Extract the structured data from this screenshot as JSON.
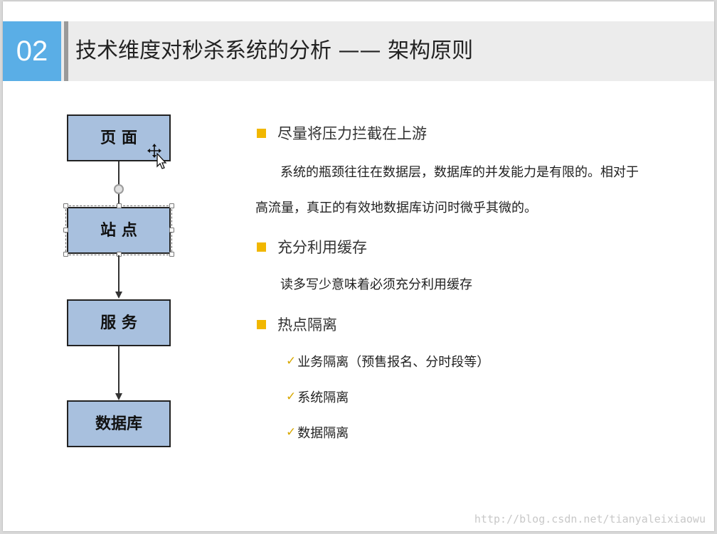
{
  "header": {
    "number": "02",
    "title": "技术维度对秒杀系统的分析 —— 架构原则"
  },
  "flowchart": {
    "boxes": [
      "页 面",
      "站 点",
      "服 务",
      "数据库"
    ]
  },
  "bullets": [
    {
      "title": "尽量将压力拦截在上游",
      "lines": [
        "系统的瓶颈往往在数据层，数据库的并发能力是有限的。相对于",
        "高流量，真正的有效地数据库访问时微乎其微的。"
      ]
    },
    {
      "title": "充分利用缓存",
      "lines": [
        "读多写少意味着必须充分利用缓存"
      ]
    },
    {
      "title": "热点隔离",
      "checks": [
        "业务隔离（预售报名、分时段等）",
        "系统隔离",
        "数据隔离"
      ]
    }
  ],
  "watermark": "http://blog.csdn.net/tianyaleixiaowu",
  "colors": {
    "number_box": "#5aaee6",
    "flow_box": "#a8c0de",
    "bullet": "#f1b700"
  },
  "icons": {
    "check": "checkmark-icon",
    "cursor": "move-cursor-icon"
  }
}
